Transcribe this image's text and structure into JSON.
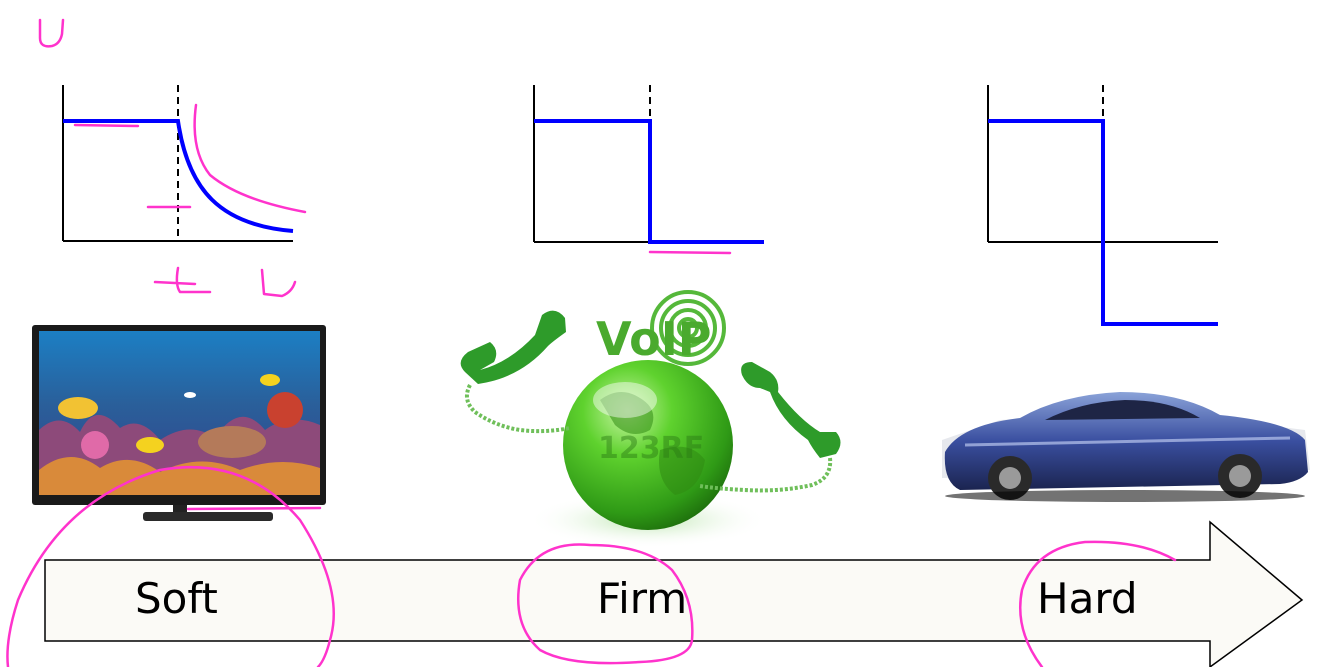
{
  "colors": {
    "response_curve": "#0000ff",
    "axis": "#000000",
    "annotation_ink": "#ff33cc",
    "arrow_fill": "#fbfaf6",
    "arrow_stroke": "#000000",
    "globe_green": "#3fb21f",
    "phone_green": "#2e9b2a",
    "car_blue": "#3a4fa0"
  },
  "utility_graphs": [
    {
      "name": "soft",
      "curve_shape": "constant-then-gradual-decay"
    },
    {
      "name": "firm",
      "curve_shape": "constant-then-drop-to-zero"
    },
    {
      "name": "hard",
      "curve_shape": "constant-then-drop-below-zero"
    }
  ],
  "images": {
    "tv": {
      "icon": "television-icon"
    },
    "voip": {
      "icon": "voip-globe-icon",
      "logo_text": "VoIP",
      "watermark_text": "123RF"
    },
    "car": {
      "icon": "speeding-car-icon"
    }
  },
  "arrow": {
    "labels": [
      "Soft",
      "Firm",
      "Hard"
    ]
  }
}
